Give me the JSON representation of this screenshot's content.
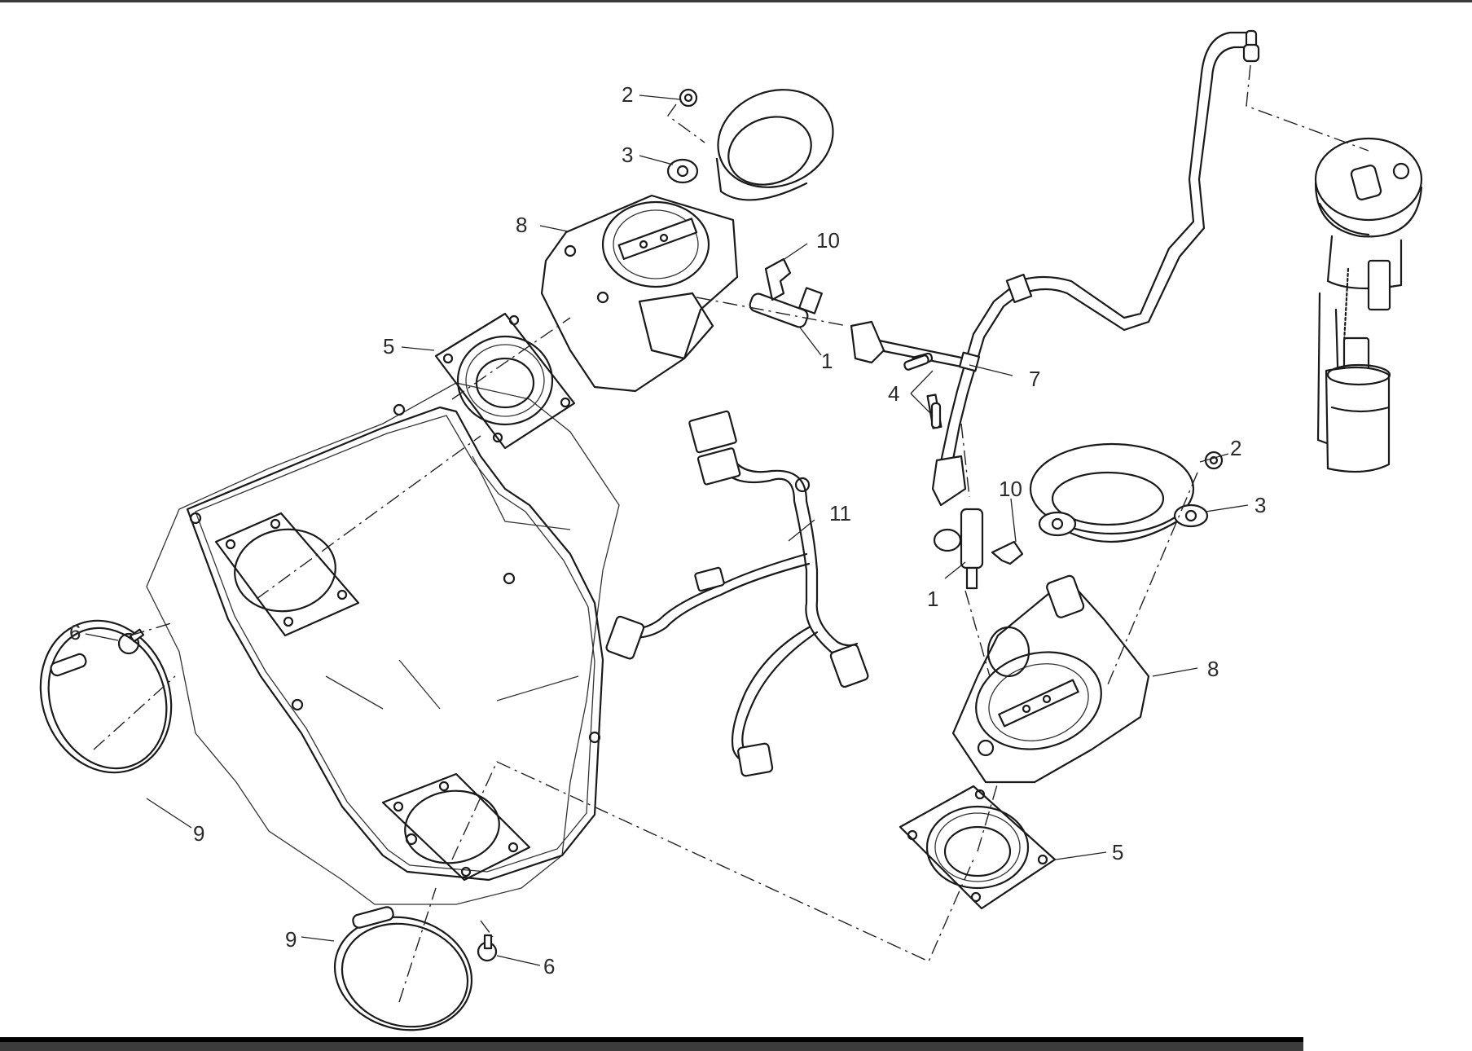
{
  "diagram": {
    "type": "exploded-parts-view",
    "line_color": "#1a1a1a",
    "background": "#ffffff",
    "callouts": {
      "c1a": "1",
      "c1b": "1",
      "c2a": "2",
      "c2b": "2",
      "c3a": "3",
      "c3b": "3",
      "c4": "4",
      "c5a": "5",
      "c5b": "5",
      "c6a": "6",
      "c6b": "6",
      "c7": "7",
      "c8a": "8",
      "c8b": "8",
      "c9a": "9",
      "c9b": "9",
      "c10a": "10",
      "c10b": "10",
      "c11": "11"
    }
  }
}
